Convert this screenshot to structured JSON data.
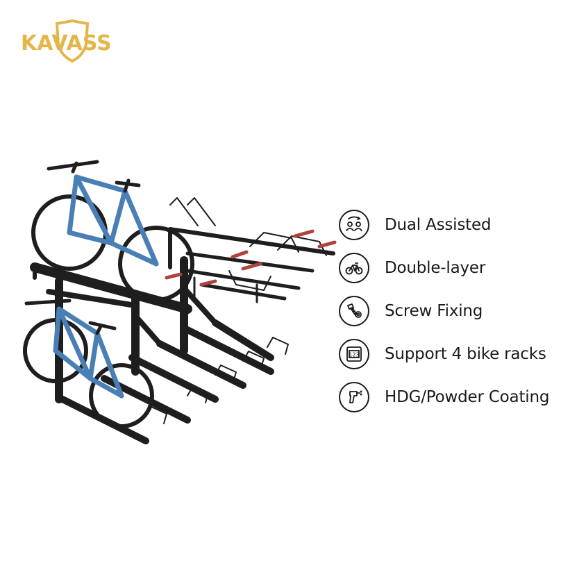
{
  "brand": {
    "logo_text": "KAVASS",
    "color": "#E3B64A"
  },
  "product": {
    "icon": "double-layer-bike-rack-illustration",
    "bike_color": "#4A7FB5",
    "frame_color": "#1E1E1E",
    "handle_color": "#B0413E"
  },
  "features": [
    {
      "label": "Dual Assisted",
      "icon": "dual-people-cycle-icon"
    },
    {
      "label": "Double-layer",
      "icon": "bicycle-icon"
    },
    {
      "label": "Screw Fixing",
      "icon": "screw-bolt-icon"
    },
    {
      "label": "Support 4 bike racks",
      "icon": "counter-123-icon"
    },
    {
      "label": "HDG/Powder Coating",
      "icon": "spray-gun-icon"
    }
  ]
}
